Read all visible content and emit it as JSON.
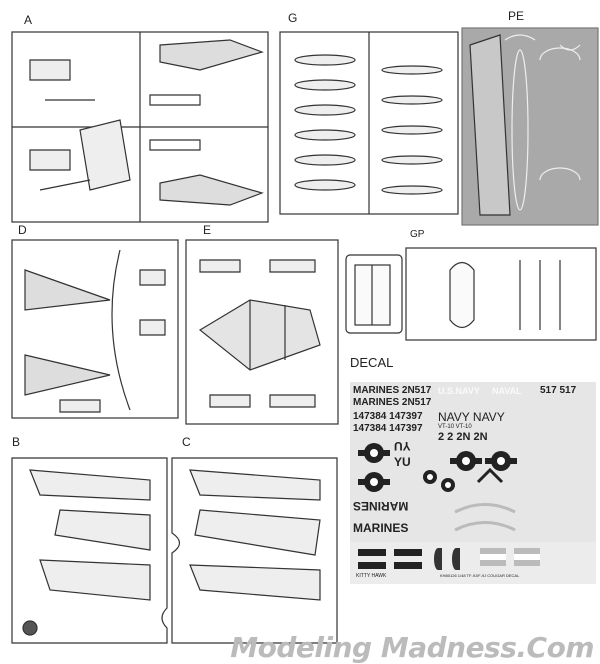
{
  "sprue_labels": {
    "a": "A",
    "g": "G",
    "pe": "PE",
    "d": "D",
    "e": "E",
    "gp": "GP",
    "decal": "DECAL",
    "b": "B",
    "c": "C"
  },
  "decal": {
    "row1": "MARINES 2N517",
    "row2": "MARINES 2N517",
    "usnavy": "U.S.NAVY",
    "naval": "NAVAL",
    "s17": "517 517",
    "serials1": "147384 147397",
    "serials2": "147384 147397",
    "navy": "NAVY NAVY",
    "vt": "VT-10  VT-10",
    "codes": "2 2  2N  2N",
    "yu1": "YU",
    "yu2": "YU",
    "marines_flipped": "MARINES",
    "marines": "MARINES",
    "brand": "KITTY HAWK",
    "footer": "KH80126 1/48 TF-9J/F-9J COUGAR DECAL"
  },
  "watermark": "Modeling Madness.Com"
}
